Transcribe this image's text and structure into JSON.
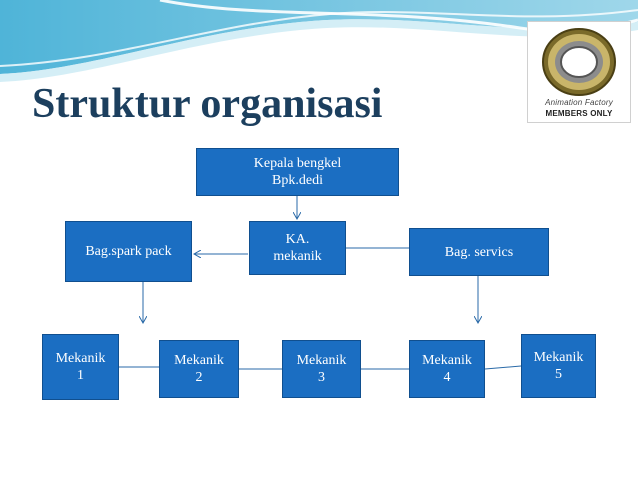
{
  "slide": {
    "title": "Struktur organisasi"
  },
  "logo": {
    "icon": "bearing-icon",
    "caption_line1": "Animation Factory",
    "caption_line2": "MEMBERS ONLY"
  },
  "org_chart": {
    "head": {
      "line1": "Kepala bengkel",
      "line2": "Bpk.dedi"
    },
    "chief_mechanic": {
      "line1": "KA.",
      "line2": "mekanik"
    },
    "spark_pack": {
      "label": "Bag.spark pack"
    },
    "service": {
      "label": "Bag. servics"
    },
    "mechanics": [
      {
        "line1": "Mekanik",
        "line2": "1"
      },
      {
        "line1": "Mekanik",
        "line2": "2"
      },
      {
        "line1": "Mekanik",
        "line2": "3"
      },
      {
        "line1": "Mekanik",
        "line2": "4"
      },
      {
        "line1": "Mekanik",
        "line2": "5"
      }
    ]
  },
  "colors": {
    "box_fill": "#1b6ec2",
    "title": "#1c3f5e",
    "connector": "#2a6aa8"
  }
}
